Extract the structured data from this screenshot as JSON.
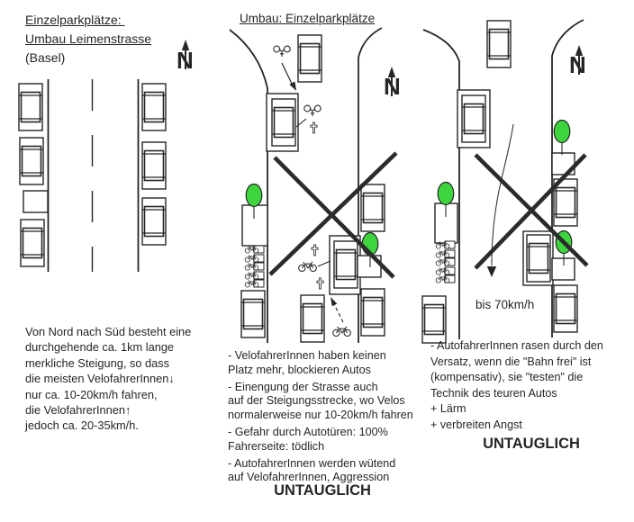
{
  "colors": {
    "ink": "#262626",
    "tree_green": "#3DD43D",
    "background": "#ffffff"
  },
  "left_panel": {
    "title_lines": [
      "Einzelparkplätze: ",
      "Umbau Leimenstrasse",
      "(Basel)"
    ],
    "north_label": "N",
    "description_lines": [
      "Von Nord nach Süd besteht eine",
      "durchgehende ca. 1km lange",
      "merkliche Steigung, so dass",
      "die meisten VelofahrerInnen↓",
      "nur ca. 10-20km/h fahren,",
      "die VelofahrerInnen↑",
      "jedoch ca. 20-35km/h."
    ]
  },
  "middle_panel": {
    "title": "Umbau: Einzelparkplätze",
    "north_label": "N",
    "note_lines": [
      "- VelofahrerInnen haben keinen",
      "Platz mehr, blockieren Autos",
      "- Einengung der Strasse auch",
      "auf der Steigungsstrecke, wo Velos",
      "normalerweise nur 10-20km/h fahren",
      "- Gefahr durch Autotüren: 100%",
      "Fahrerseite: tödlich",
      "- AutofahrerInnen werden wütend",
      "auf VelofahrerInnen, Aggression"
    ],
    "verdict": "UNTAUGLICH"
  },
  "right_panel": {
    "north_label": "N",
    "speed_label": "bis 70km/h",
    "note_lines": [
      "- AutofahrerInnen rasen durch den",
      "Versatz, wenn die \"Bahn frei\" ist",
      "(kompensativ), sie \"testen\" die",
      "Technik des teuren Autos",
      "+ Lärm",
      "+ verbreiten Angst"
    ],
    "verdict": "UNTAUGLICH"
  },
  "icons": {
    "north_arrow": "up-arrow-with-N",
    "tree": "green-ellipse-with-trunk",
    "car": "top-view-car-rectangle",
    "bicycle_side": "side-view-bicycle",
    "bicycle_top": "top-view-bicycle-handlebar",
    "death_marker": "dagger-cross",
    "rejection_mark": "big-x-cross"
  }
}
